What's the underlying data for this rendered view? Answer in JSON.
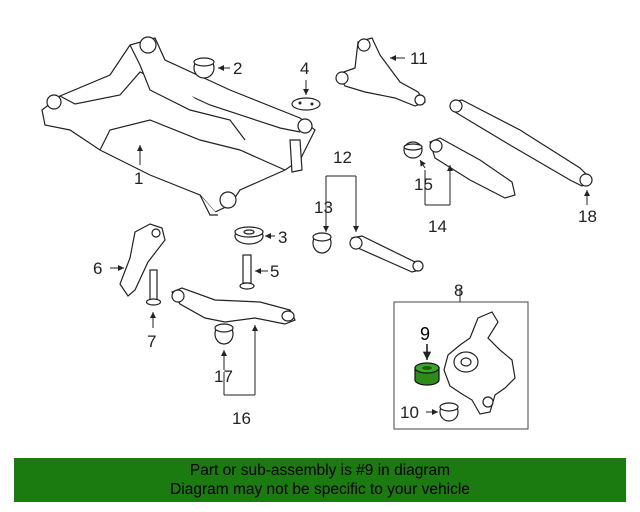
{
  "diagram": {
    "callouts": [
      "1",
      "2",
      "3",
      "4",
      "5",
      "6",
      "7",
      "8",
      "9",
      "10",
      "11",
      "12",
      "13",
      "14",
      "15",
      "16",
      "17",
      "18"
    ],
    "highlight_color": "#2e8b1a"
  },
  "footer": {
    "line1": "Part or sub-assembly is #9 in diagram",
    "line2": "Diagram may not be specific to your vehicle",
    "background": "#1b7a10"
  }
}
